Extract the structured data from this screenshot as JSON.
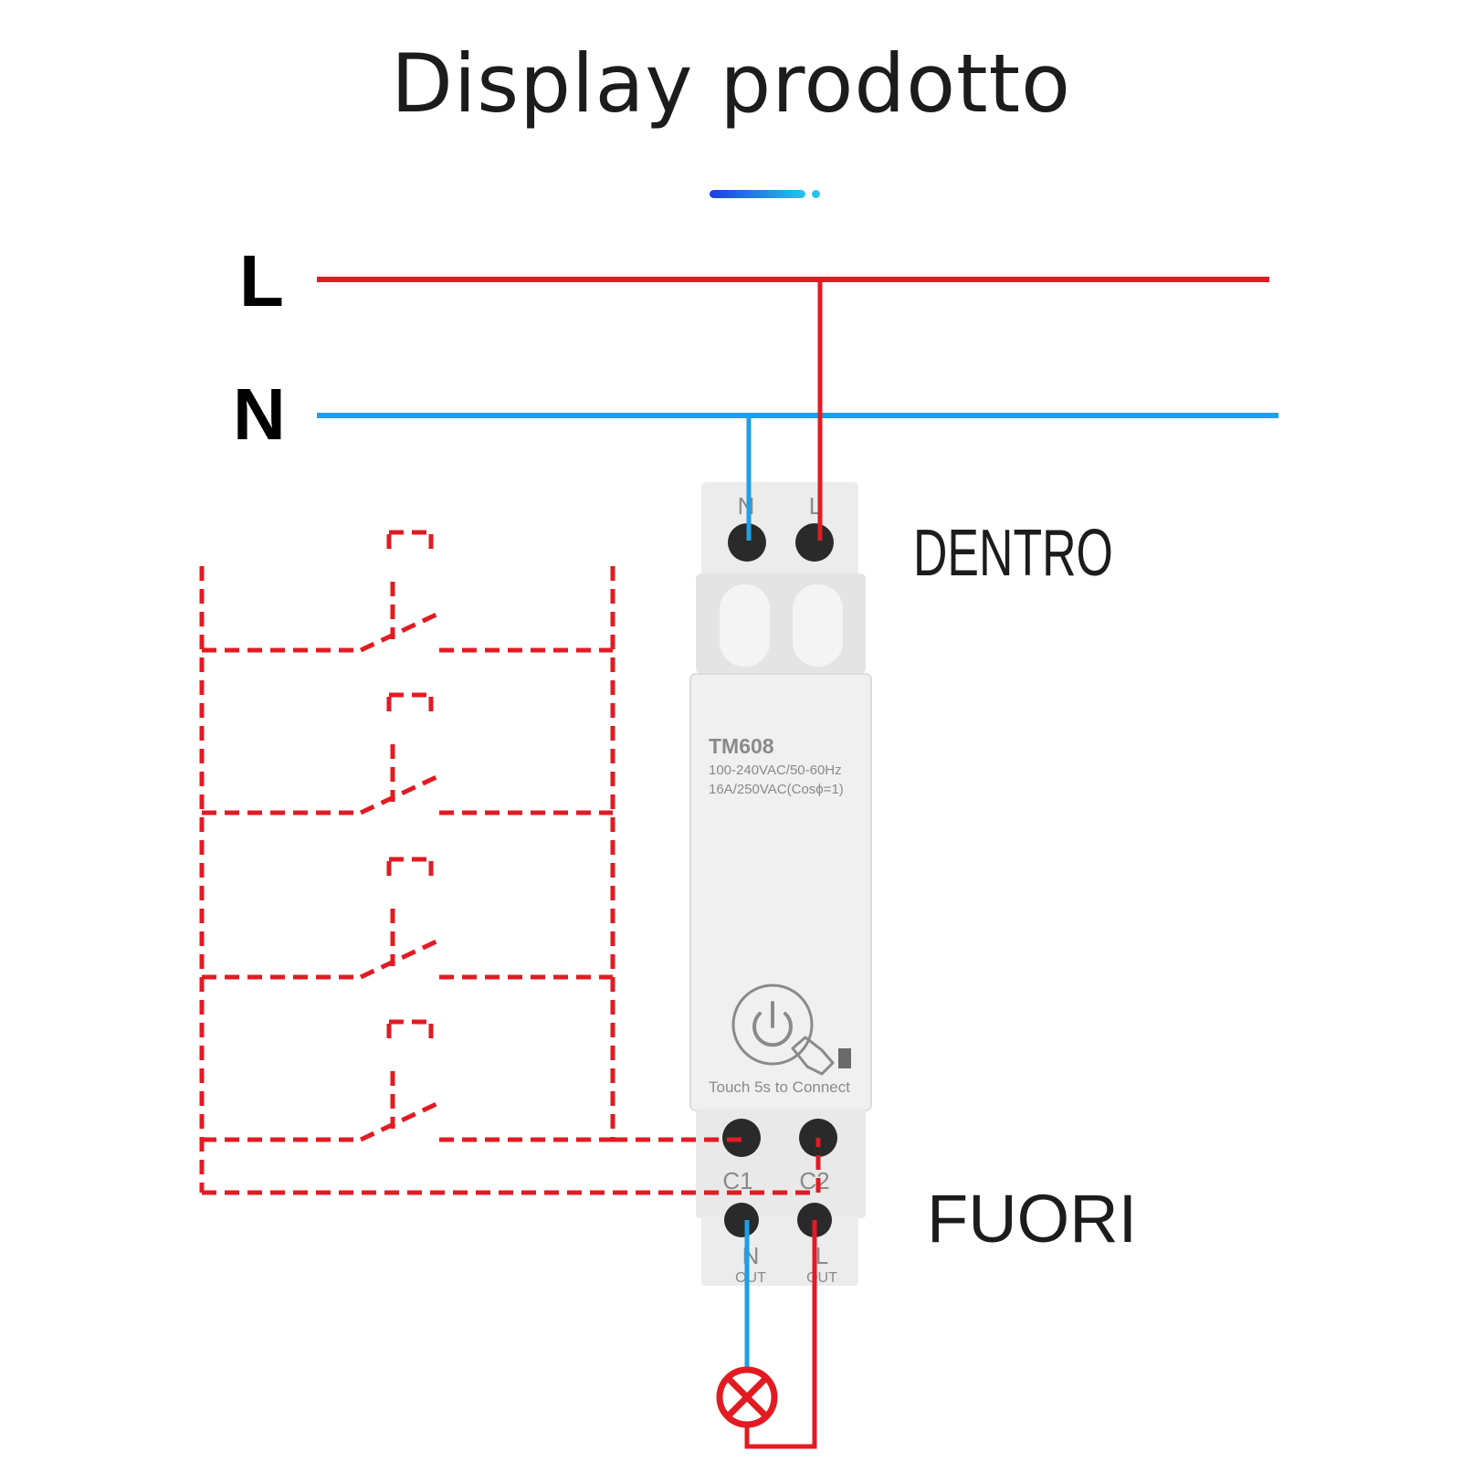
{
  "header": {
    "title": "Display prodotto"
  },
  "bus": {
    "line_label": "L",
    "neutral_label": "N",
    "line_color": "#e21b23",
    "neutral_color": "#1e9fe6"
  },
  "labels": {
    "input": "DENTRO",
    "output": "FUORI"
  },
  "device": {
    "model": "TM608",
    "rating_1": "100-240VAC/50-60Hz",
    "rating_2": "16A/250VAC(Cosϕ=1)",
    "touch_hint": "Touch 5s to Connect",
    "top_terminal_n": "N",
    "top_terminal_l": "L",
    "terminal_c1": "C1",
    "terminal_c2": "C2",
    "out_n": "N",
    "out_l": "L",
    "out_text": "OUT"
  },
  "icons": {
    "power": "power-icon",
    "hand": "touch-hand-icon",
    "lamp": "lamp-icon"
  },
  "switch_count": 4
}
